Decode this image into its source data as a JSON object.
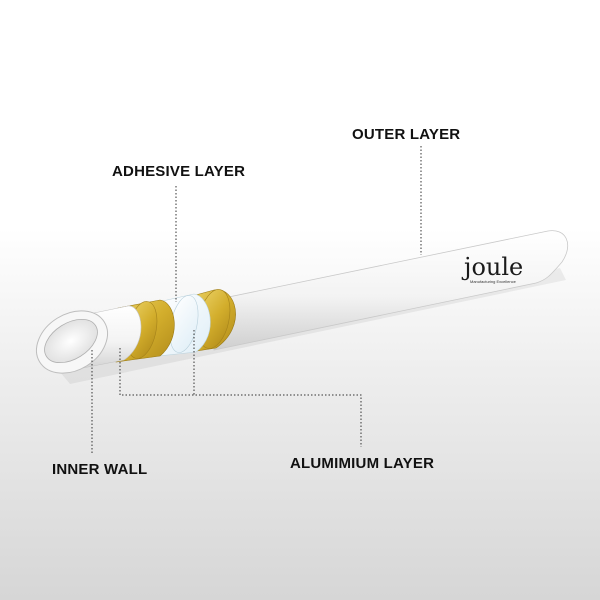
{
  "labels": {
    "outer": "OUTER LAYER",
    "adhesive": "ADHESIVE LAYER",
    "inner": "INNER WALL",
    "aluminium": "ALUMIMIUM LAYER"
  },
  "brand": {
    "name": "joule",
    "tagline": "Manufacturing Excellence"
  },
  "colors": {
    "pipe": "#f4f4f4",
    "aluminium": "#d6b53a",
    "adhesive": "#eef6fb",
    "leader": "#333333"
  }
}
